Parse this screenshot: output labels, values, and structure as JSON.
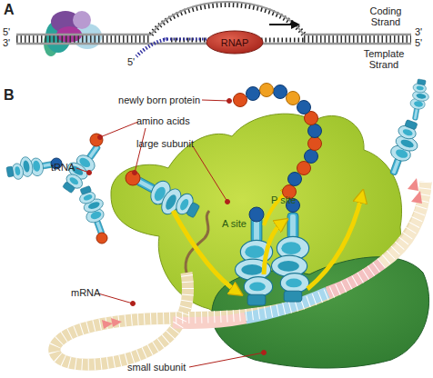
{
  "diagram": {
    "nodes": [
      {
        "text": [
          "RNAP"
        ]
      }
    ],
    "labels": [
      "A",
      "5'",
      "3'",
      "5'",
      "Coding Strand",
      "3'",
      "Template Strand",
      "5'",
      "B",
      "newly born protein",
      "amino acids",
      "tRNA",
      "large subunit",
      "P site",
      "A site",
      "mRNA",
      "small subunit"
    ]
  }
}
